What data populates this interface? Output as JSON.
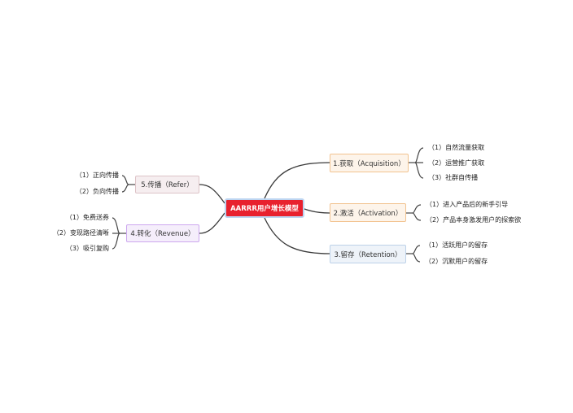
{
  "root": {
    "label": "AARRR用户增长模型"
  },
  "branches": [
    {
      "id": "acquisition",
      "label": "1.获取（Acquisition）",
      "children": [
        "（1）自然流量获取",
        "（2）运营推广获取",
        "（3）社群自传播"
      ]
    },
    {
      "id": "activation",
      "label": "2.激活（Activation）",
      "children": [
        "（1）进入产品后的新手引导",
        "（2）产品本身激发用户的探索欲"
      ]
    },
    {
      "id": "retention",
      "label": "3.留存（Retention）",
      "children": [
        "（1）活跃用户的留存",
        "（2）沉默用户的留存"
      ]
    },
    {
      "id": "revenue",
      "label": "4.转化（Revenue）",
      "children": [
        "（1）免费送券",
        "（2）变现路径清晰",
        "（3）吸引复购"
      ]
    },
    {
      "id": "refer",
      "label": "5.传播（Refer）",
      "children": [
        "（1）正向传播",
        "（2）负向传播"
      ]
    }
  ],
  "colors": {
    "root_fill": "#e8212e",
    "root_border": "#bcd5f1",
    "acquisition_fill": "#fdf4ea",
    "retention_fill": "#eef3f9",
    "revenue_fill": "#f5eefb",
    "refer_fill": "#f6eef0",
    "connector": "#3a3a3a"
  }
}
